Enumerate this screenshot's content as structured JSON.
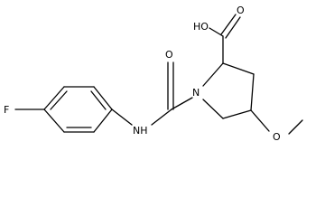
{
  "molecule": {
    "atom_labels": {
      "fluorine": "F",
      "amide_nh": "NH",
      "carbonyl_oxygen": "O",
      "ring_nitrogen": "N",
      "acid_group": "HO",
      "acid_carbonyl_oxygen": "O",
      "methoxy_oxygen": "O"
    }
  }
}
